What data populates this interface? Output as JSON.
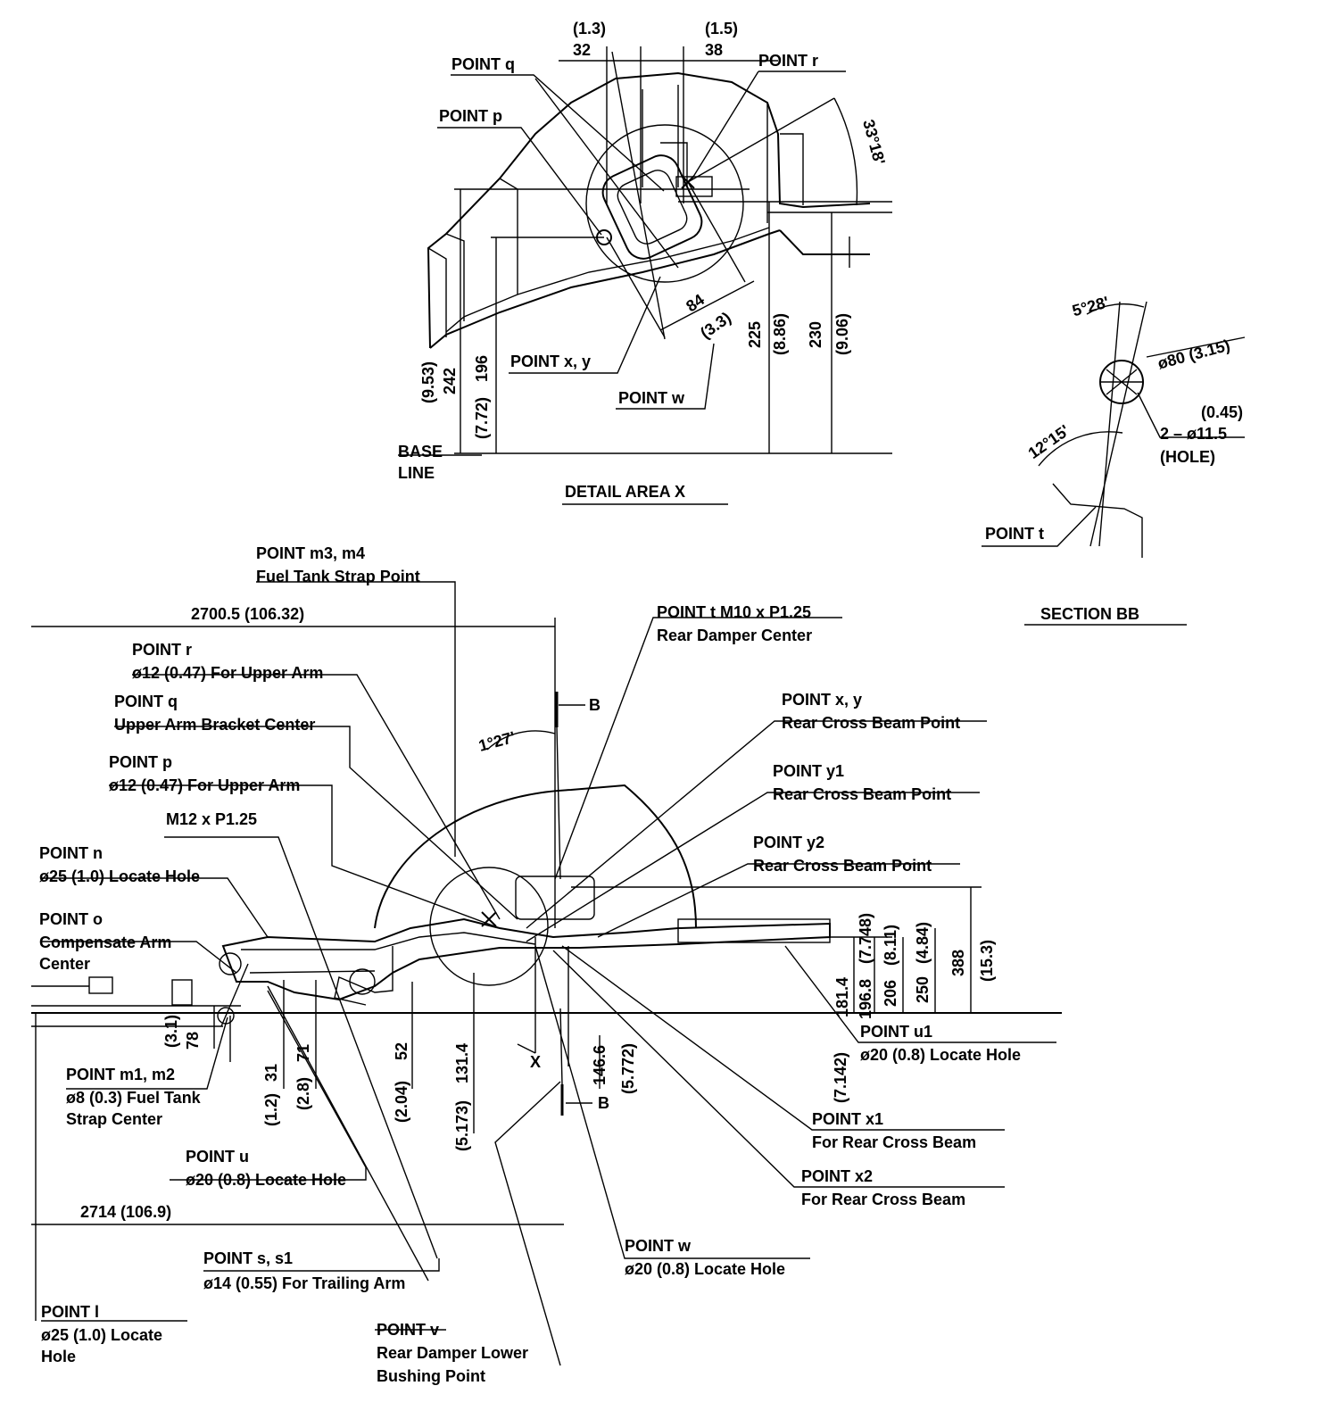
{
  "detail_area_x": {
    "title": "DETAIL AREA X",
    "point_q": "POINT q",
    "point_r": "POINT r",
    "point_p": "POINT p",
    "point_xy": "POINT x, y",
    "point_w": "POINT w",
    "base_line_1": "BASE",
    "base_line_2": "LINE",
    "dim_1_3": "(1.3)",
    "dim_32": "32",
    "dim_1_5": "(1.5)",
    "dim_38": "38",
    "dim_angle_33": "33°18'",
    "dim_84": "84",
    "dim_3_3": "(3.3)",
    "dim_225": "225",
    "dim_8_86": "(8.86)",
    "dim_230": "230",
    "dim_9_06": "(9.06)",
    "dim_9_53": "(9.53)",
    "dim_242": "242",
    "dim_196": "196",
    "dim_7_72": "(7.72)"
  },
  "section_bb": {
    "title": "SECTION BB",
    "angle_5_28": "5°28'",
    "phi80": "ø80 (3.15)",
    "dim_0_45": "(0.45)",
    "hole_spec": "2 – ø11.5",
    "hole": "(HOLE)",
    "angle_12_15": "12°15'",
    "point_t": "POINT t"
  },
  "main_view": {
    "m3m4_title": "POINT m3, m4",
    "m3m4_desc": "Fuel Tank Strap Point",
    "dim_2700": "2700.5 (106.32)",
    "t_title": "POINT t M10 x P1.25",
    "t_desc": "Rear Damper Center",
    "r_title": "POINT r",
    "r_desc": "ø12 (0.47) For Upper Arm",
    "q_title": "POINT q",
    "q_desc": "Upper Arm Bracket Center",
    "p_title": "POINT p",
    "p_desc": "ø12 (0.47) For Upper Arm",
    "m12": "M12 x P1.25",
    "n_title": "POINT n",
    "n_desc": "ø25 (1.0) Locate Hole",
    "o_title": "POINT o",
    "o_desc1": "Compensate Arm",
    "o_desc2": "Center",
    "xy_title": "POINT x, y",
    "xy_desc": "Rear Cross Beam Point",
    "y1_title": "POINT y1",
    "y1_desc": "Rear Cross Beam Point",
    "y2_title": "POINT y2",
    "y2_desc": "Rear Cross Beam Point",
    "angle_1_27": "1°27'",
    "b_top": "B",
    "b_bottom": "B",
    "x_mark": "X",
    "dim_3_1": "(3.1)",
    "dim_78": "78",
    "m1m2_title": "POINT m1, m2",
    "m1m2_desc1": "ø8 (0.3) Fuel Tank",
    "m1m2_desc2": "Strap Center",
    "dim_1_2": "(1.2)",
    "dim_31": "31",
    "dim_2_8": "(2.8)",
    "dim_71": "71",
    "dim_2_04": "(2.04)",
    "dim_52": "52",
    "dim_5_173": "(5.173)",
    "dim_131_4": "131.4",
    "dim_146_6": "146.6",
    "dim_5_772": "(5.772)",
    "dim_7_142": "(7.142)",
    "dim_181_4": "181.4",
    "dim_196_8": "196.8",
    "dim_7_748": "(7.748)",
    "dim_206": "206",
    "dim_8_11": "(8.11)",
    "dim_250": "250",
    "dim_4_84": "(4.84)",
    "dim_388": "388",
    "dim_15_3": "(15.3)",
    "u1_title": "POINT u1",
    "u1_desc": "ø20 (0.8) Locate Hole",
    "u_title": "POINT u",
    "u_desc": "ø20 (0.8) Locate Hole",
    "x1_title": "POINT x1",
    "x1_desc": "For Rear Cross Beam",
    "x2_title": "POINT x2",
    "x2_desc": "For Rear Cross Beam",
    "dim_2714": "2714 (106.9)",
    "w_title": "POINT w",
    "w_desc": "ø20 (0.8) Locate Hole",
    "s_title": "POINT s, s1",
    "s_desc": "ø14 (0.55) For Trailing Arm",
    "l_title": "POINT l",
    "l_desc1": "ø25 (1.0) Locate",
    "l_desc2": "Hole",
    "v_title": "POINT v",
    "v_desc1": "Rear Damper Lower",
    "v_desc2": "Bushing Point"
  }
}
